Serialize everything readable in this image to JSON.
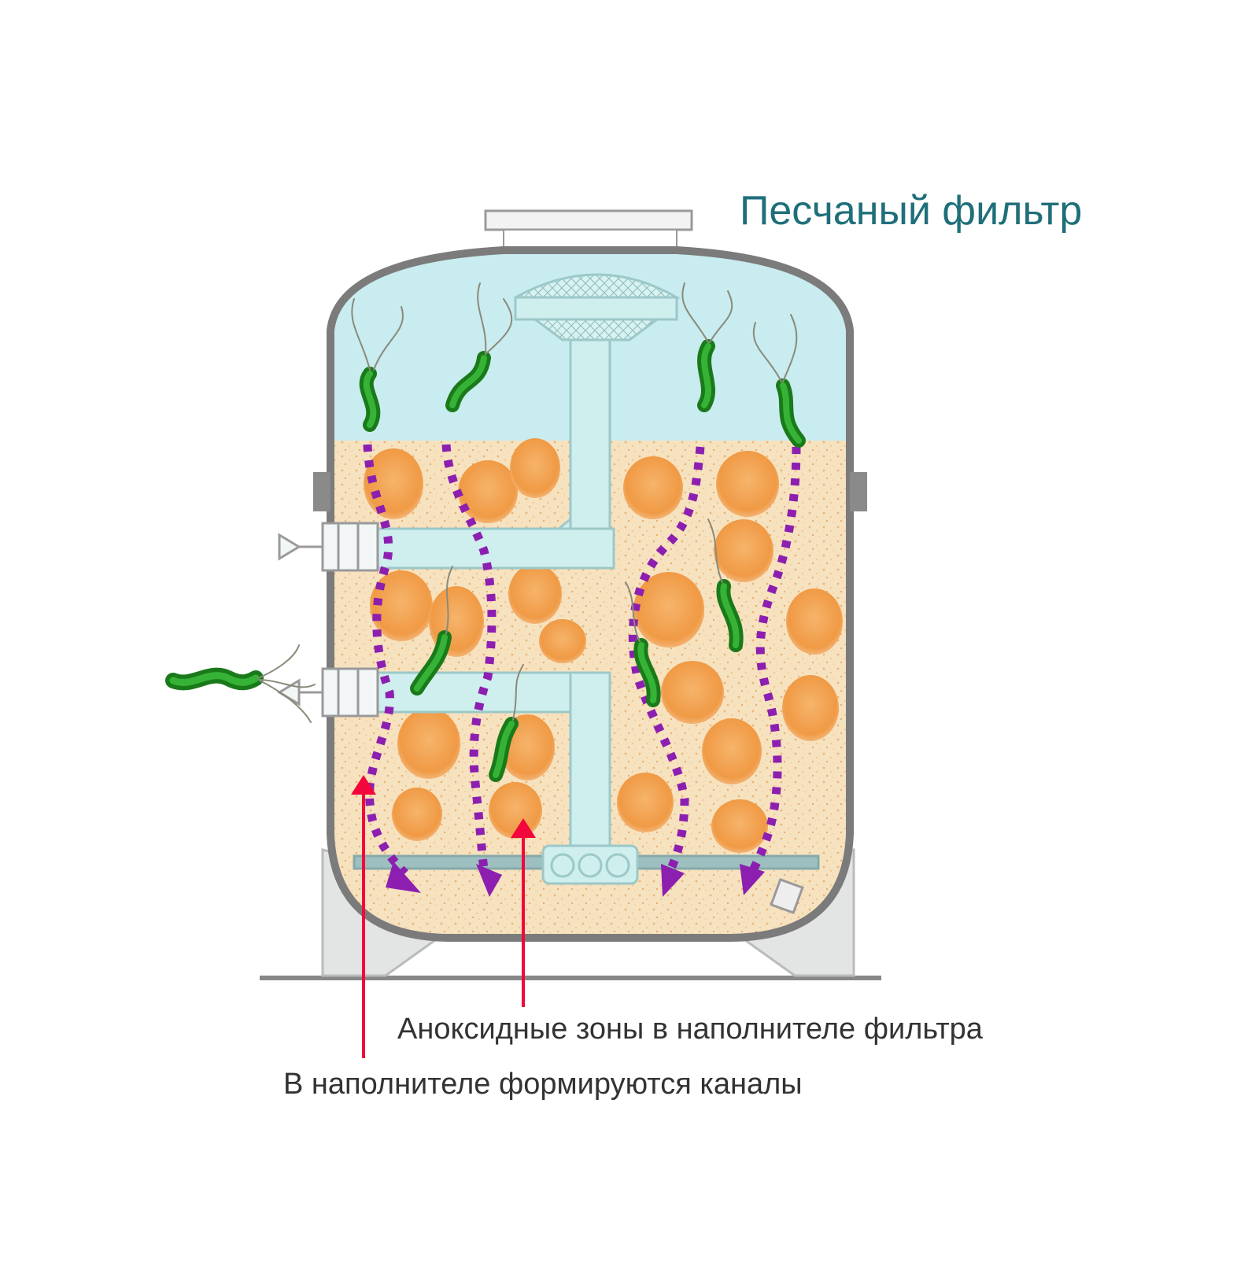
{
  "title": "Песчаный фильтр",
  "labels": {
    "anoxic_zones": "Аноксидные зоны в наполнителе фильтра",
    "channels": "В наполнителе формируются каналы"
  },
  "colors": {
    "title_text": "#1f6f7a",
    "label_text": "#333333",
    "water": "#c8ecef",
    "sand": "#f6dfb8",
    "sand_clump": "#f0a65a",
    "tank_wall": "#7b7b7b",
    "pipe": "#cfeeee",
    "flow_arrow": "#8c1fb0",
    "pointer_arrow": "#f2063b",
    "bacteria": "#1f8d1f"
  },
  "icons": {
    "bacteria": "bacteria-icon",
    "flow": "dotted-flow-arrow",
    "pointer": "red-pointer-arrow"
  }
}
